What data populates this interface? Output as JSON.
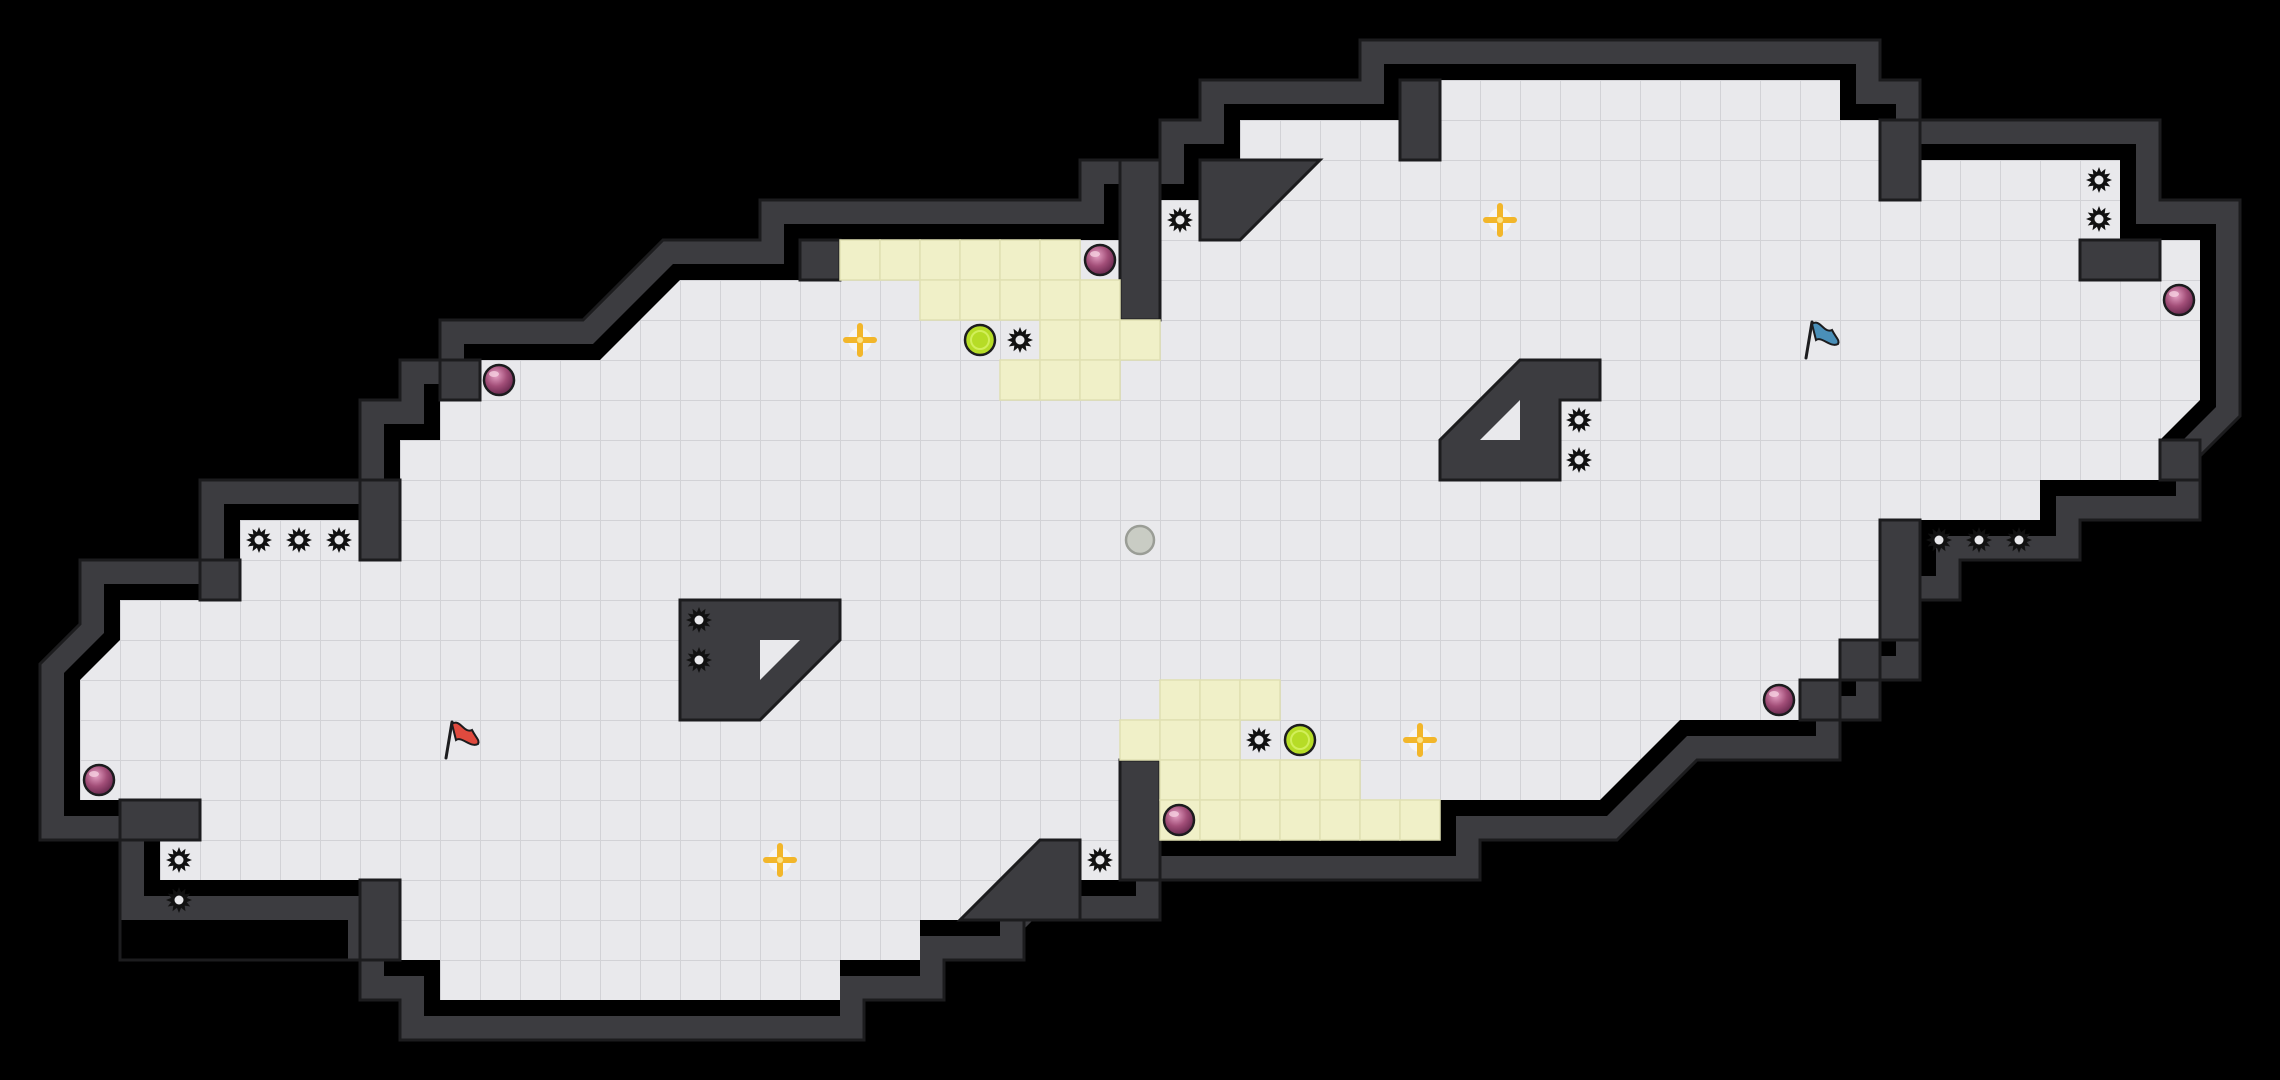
{
  "colors": {
    "background": "#000000",
    "floor": "#e9e9ec",
    "grid_line": "#d2d2d6",
    "wall": "#3c3c40",
    "wall_edge": "#1c1c1e",
    "highlight": "#f0f0c8",
    "gem": "#a24e78",
    "coin": "#b6dc26",
    "spike": "#111111",
    "spawn_flag": "#e04a3e",
    "goal_flag": "#4a8fb8",
    "bonus": "#f2b62a",
    "player": "#c9ccc4"
  },
  "level": {
    "player": {
      "name": "player-start-icon",
      "icon": "grey-circle"
    },
    "spawn_flag": {
      "name": "spawn-flag-icon",
      "icon": "red-flag"
    },
    "goal_flag": {
      "name": "goal-flag-icon",
      "icon": "blue-flag"
    }
  }
}
